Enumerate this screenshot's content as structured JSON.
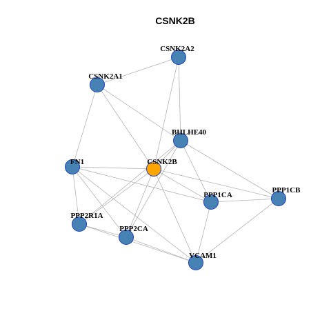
{
  "title": "CSNK2B",
  "colors": {
    "default_node": "#4682b4",
    "center_node": "#ffa500",
    "node_border": "#1f3fbf",
    "center_border": "#555555",
    "edge": "#b4b4b4"
  },
  "nodes": [
    {
      "id": "CSNK2A2",
      "label": "CSNK2A2",
      "center": false
    },
    {
      "id": "CSNK2A1",
      "label": "CSNK2A1",
      "center": false
    },
    {
      "id": "BHLHE40",
      "label": "BHLHE40",
      "center": false
    },
    {
      "id": "FN1",
      "label": "FN1",
      "center": false
    },
    {
      "id": "CSNK2B",
      "label": "CSNK2B",
      "center": true
    },
    {
      "id": "PPP1CB",
      "label": "PPP1CB",
      "center": false
    },
    {
      "id": "PPP1CA",
      "label": "PPP1CA",
      "center": false
    },
    {
      "id": "PPP2R1A",
      "label": "PPP2R1A",
      "center": false
    },
    {
      "id": "PPP2CA",
      "label": "PPP2CA",
      "center": false
    },
    {
      "id": "VCAM1",
      "label": "VCAM1",
      "center": false
    }
  ],
  "edges": [
    [
      "CSNK2A1",
      "CSNK2A2"
    ],
    [
      "CSNK2A2",
      "BHLHE40"
    ],
    [
      "CSNK2A2",
      "CSNK2B"
    ],
    [
      "CSNK2A1",
      "BHLHE40"
    ],
    [
      "CSNK2A1",
      "FN1"
    ],
    [
      "CSNK2A1",
      "CSNK2B"
    ],
    [
      "BHLHE40",
      "CSNK2B"
    ],
    [
      "BHLHE40",
      "PPP1CA"
    ],
    [
      "BHLHE40",
      "PPP1CB"
    ],
    [
      "BHLHE40",
      "PPP2R1A"
    ],
    [
      "BHLHE40",
      "PPP2CA"
    ],
    [
      "FN1",
      "CSNK2B"
    ],
    [
      "FN1",
      "PPP1CA"
    ],
    [
      "FN1",
      "PPP2R1A"
    ],
    [
      "FN1",
      "PPP2CA"
    ],
    [
      "FN1",
      "VCAM1"
    ],
    [
      "CSNK2B",
      "PPP1CA"
    ],
    [
      "CSNK2B",
      "PPP1CB"
    ],
    [
      "CSNK2B",
      "PPP2R1A"
    ],
    [
      "CSNK2B",
      "PPP2CA"
    ],
    [
      "CSNK2B",
      "VCAM1"
    ],
    [
      "PPP1CA",
      "PPP1CB"
    ],
    [
      "PPP1CA",
      "VCAM1"
    ],
    [
      "PPP1CB",
      "VCAM1"
    ],
    [
      "PPP2R1A",
      "PPP2CA"
    ],
    [
      "PPP2R1A",
      "VCAM1"
    ],
    [
      "PPP2CA",
      "VCAM1"
    ]
  ]
}
